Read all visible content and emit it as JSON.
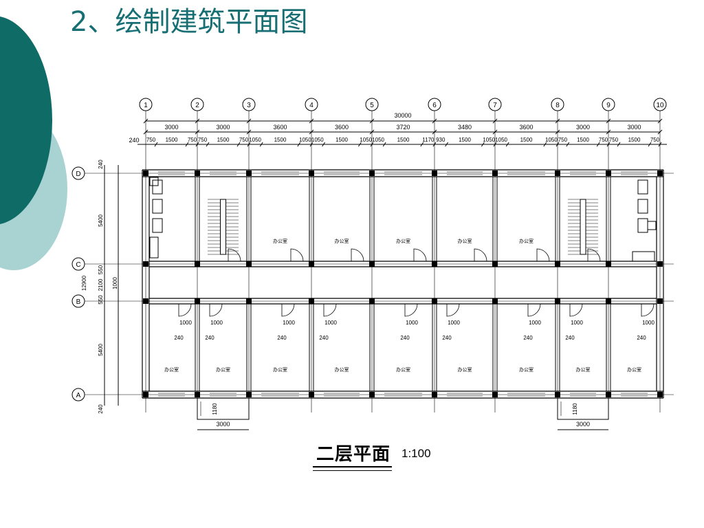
{
  "slide": {
    "title": "2、绘制建筑平面图"
  },
  "drawing": {
    "grid_numbers": [
      "1",
      "2",
      "3",
      "4",
      "5",
      "6",
      "7",
      "8",
      "9",
      "10"
    ],
    "grid_letters": [
      "D",
      "C",
      "B",
      "A"
    ],
    "overall_dim": "30000",
    "bay_dims": [
      "3000",
      "3000",
      "3600",
      "3600",
      "3720",
      "3480",
      "3600",
      "3000",
      "3000"
    ],
    "start_dim": "240",
    "detail_dims": [
      "750",
      "1500",
      "750",
      "750",
      "1500",
      "750",
      "1050",
      "1500",
      "1050",
      "1050",
      "1500",
      "1050",
      "1050",
      "1500",
      "1170",
      "930",
      "1500",
      "1050",
      "1050",
      "1500",
      "1050",
      "750",
      "1500",
      "750",
      "750",
      "1500",
      "750"
    ],
    "left_dims": [
      "240",
      "5400",
      "550",
      "2100",
      "550",
      "5400",
      "240"
    ],
    "left_total": "12900",
    "corridor_dim": "1000",
    "door_dim": "1000",
    "wall_dim": "240",
    "balcony_depth": "1180",
    "balcony_width": "3000",
    "room_label": "办公室",
    "caption": "二层平面",
    "scale": "1:100"
  },
  "colors": {
    "title": "#176f74",
    "deco_dark": "#0e6b66",
    "deco_light": "#9fcfcf"
  }
}
